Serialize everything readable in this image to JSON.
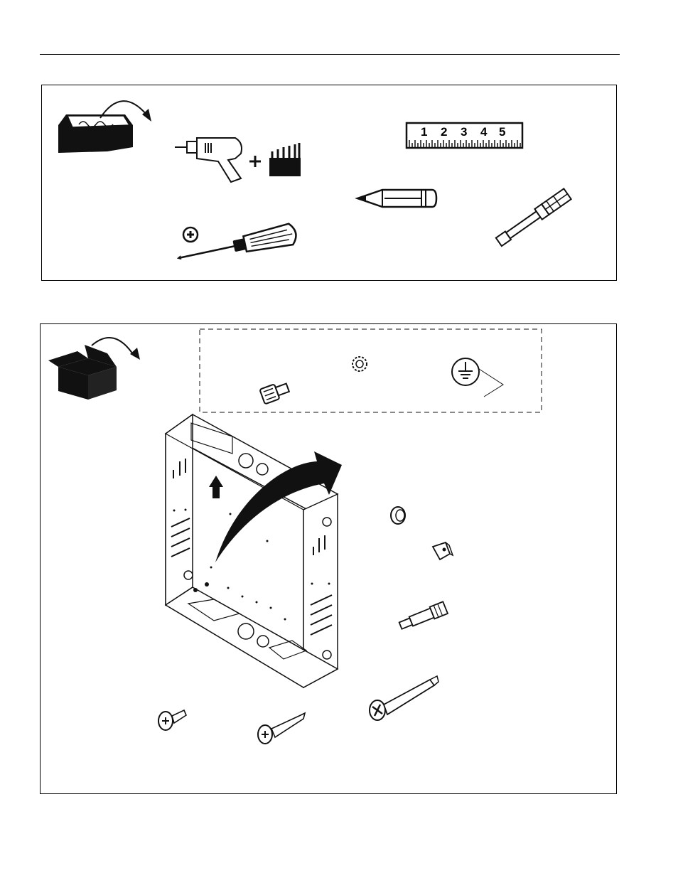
{
  "tools_section": {
    "required_tools": [
      "toolbox-icon",
      "drill-icon",
      "drill-bits-icon",
      "phillips-screwdriver-icon",
      "tape-measure-icon",
      "pencil-icon",
      "hex-driver-bit-icon"
    ],
    "ruler_numbers": [
      "1",
      "2",
      "3",
      "4",
      "5"
    ]
  },
  "parts_section": {
    "parts": [
      "open-box-icon",
      "ground-screw-icon",
      "star-washer-icon",
      "ground-symbol-icon",
      "back-box-icon",
      "grommet-icon",
      "clip-icon",
      "standoff-screw-icon",
      "pan-head-screw-icon",
      "wood-screw-icon",
      "long-phillips-screw-icon"
    ]
  }
}
